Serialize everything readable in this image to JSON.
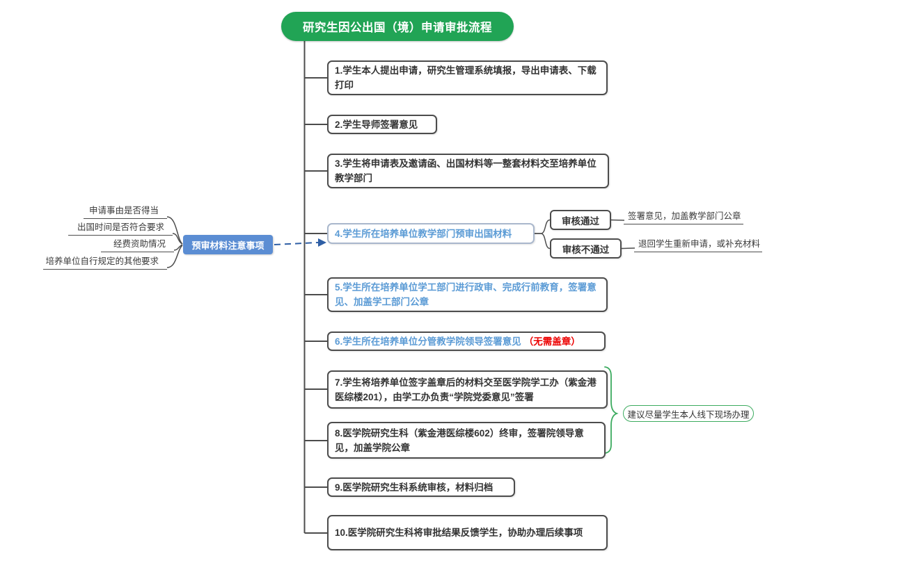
{
  "title": "研究生因公出国（境）申请审批流程",
  "steps": [
    {
      "text": "1.学生本人提出申请，研究生管理系统填报，导出申请表、下载打印"
    },
    {
      "text": "2.学生导师签署意见"
    },
    {
      "text": "3.学生将申请表及邀请函、出国材料等一整套材料交至培养单位教学部门"
    },
    {
      "text": "4.学生所在培养单位教学部门预审出国材料"
    },
    {
      "text": "5.学生所在培养单位学工部门进行政审、完成行前教育，签署意见、加盖学工部门公章"
    },
    {
      "text": "6.学生所在培养单位分管教学院领导签署意见",
      "note": "（无需盖章）"
    },
    {
      "text": "7.学生将培养单位签字盖章后的材料交至医学院学工办（紫金港医综楼201），由学工办负责“学院党委意见”签署"
    },
    {
      "text": "8.医学院研究生科（紫金港医综楼602）终审，签署院领导意见，加盖学院公章"
    },
    {
      "text": "9.医学院研究生科系统审核，材料归档"
    },
    {
      "text": "10.医学院研究生科将审批结果反馈学生，协助办理后续事项"
    }
  ],
  "precheck": {
    "label": "预审材料注意事项",
    "items": [
      "申请事由是否得当",
      "出国时间是否符合要求",
      "经费资助情况",
      "培养单位自行规定的其他要求"
    ]
  },
  "review": {
    "pass": {
      "label": "审核通过",
      "result": "签署意见，加盖教学部门公章"
    },
    "fail": {
      "label": "审核不通过",
      "result": "退回学生重新申请，或补充材料"
    }
  },
  "suggestion": "建议尽量学生本人线下现场办理",
  "colors": {
    "title_green": "#21a455",
    "brace_green": "#3cab5f",
    "node_blue": "#5b8dd3",
    "step_text_blue": "#5b9bd5",
    "note_red": "#ec0000",
    "line_dark": "#4c4c4c",
    "arrow_blue": "#2f5fa5"
  }
}
